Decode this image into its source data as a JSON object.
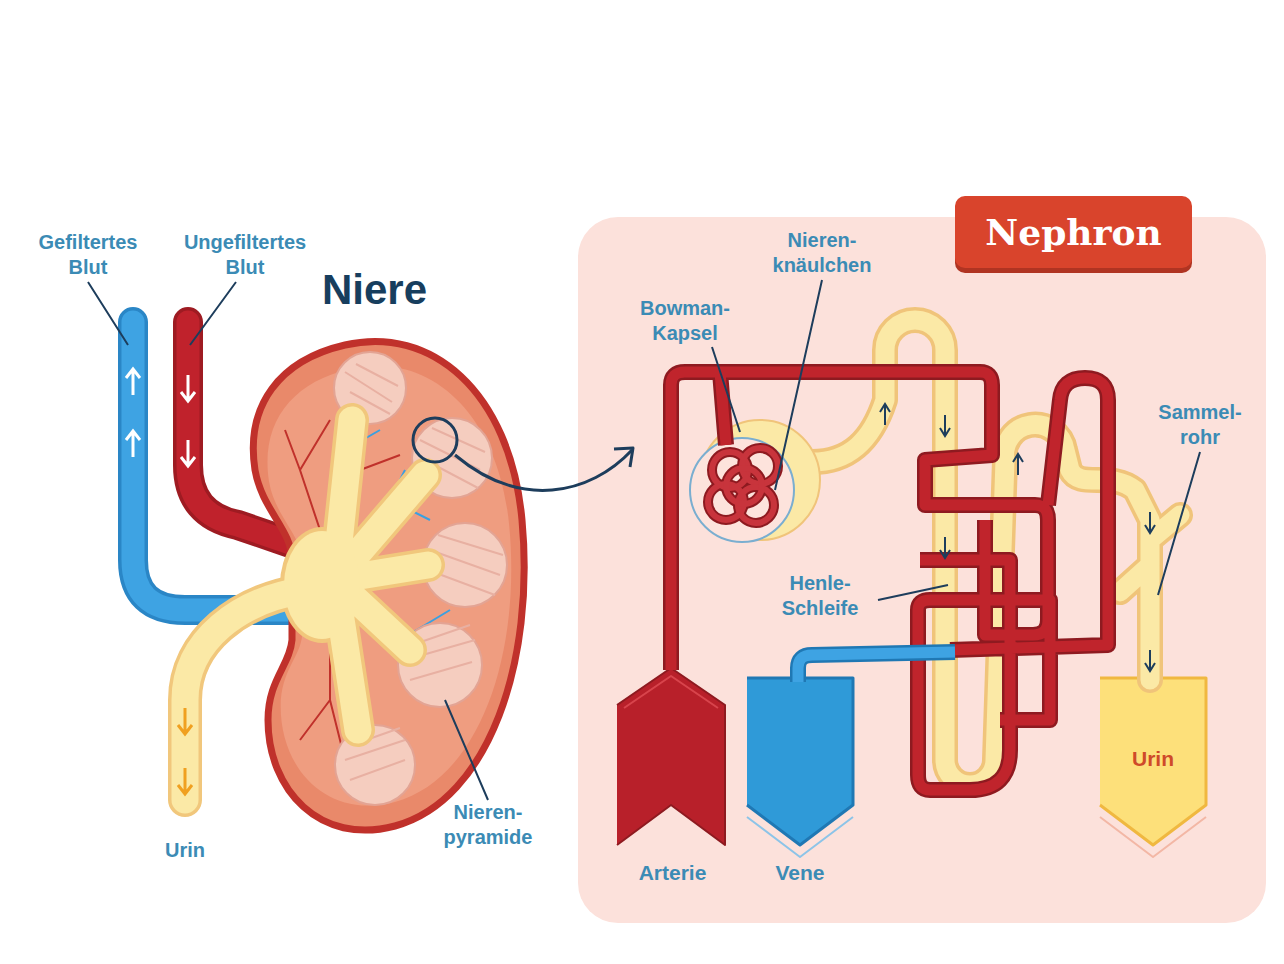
{
  "diagram": {
    "nodes": [
      {
        "text": [
          "Nephron"
        ]
      },
      {
        "text": [
          "Arterie"
        ],
        "in": 0
      },
      {
        "text": [
          "Vene"
        ],
        "in": 0
      },
      {
        "text": [
          "Urin"
        ],
        "in": 0
      }
    ],
    "labels": [
      "Gefiltertes Blut",
      "Ungefiltertes Blut",
      "Niere",
      "Urin",
      "Nieren- pyramide",
      "Bowman- Kapsel",
      "Nieren- knäulchen",
      "Henle- Schleife",
      "Sammel- rohr"
    ]
  }
}
